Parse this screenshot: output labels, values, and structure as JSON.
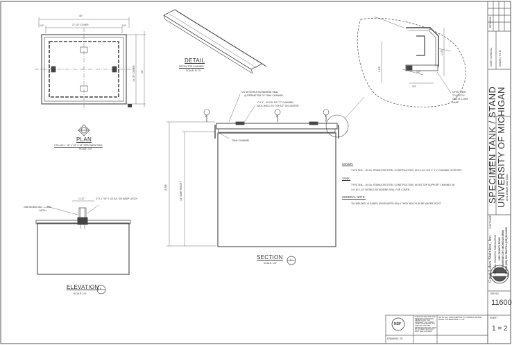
{
  "views": {
    "plan": {
      "title": "PLAN",
      "subtitle": "CS6-4421 - 18\" X 18\" X 18\" SPECIMEN TANK",
      "scale": "SCALE: 1/4\"",
      "dim_top": "18\"",
      "dim_cover": "17 1/2\" COVER",
      "dim_left": "1/4\"",
      "dim_right": "1/4\"",
      "dim_side_a": "18 1/2\" COVER",
      "dim_side_b": "22\""
    },
    "detail": {
      "title": "DETAIL",
      "subtitle": "DETAIL TOP CHANNEL",
      "scale": "SCALE: N.T.S."
    },
    "section": {
      "title": "SECTION",
      "marker": "A",
      "scale": "SCALE: 1/4\"",
      "dim_height": "15 5/8\"",
      "dim_inner": "14\" TANK HEIGHT",
      "callouts": [
        "1/4\" Ø NITRILE BUTADIENE SEAL",
        "@ PERIMETER OF TANK CHANNEL",
        "1\" X 1\" - 16 GA. S/S \"C\" CHANNEL",
        "TACK WELD TO TOP 1/2\" ON CENTER",
        "TANK CHANNEL"
      ],
      "bubbles": [
        "B",
        "B",
        "B"
      ]
    },
    "elevation": {
      "title": "ELEVATION",
      "marker": "B",
      "scale": "SCALE: 1/4\"",
      "callouts": [
        "ONE MODEL #M - 1-1500",
        "LATCH",
        "1 1/2\"",
        "2\" X 1 7/8\" X 1/4 GA. S/S HASP LATCH"
      ]
    },
    "detail_circle": {
      "callouts": [
        "OPEN VIEW",
        "TO MATCH",
        "ONE M-1-1500",
        "HASP"
      ],
      "dims": [
        "1 1/2\"",
        "1 1/2\"",
        "3/4\"",
        "1/2\""
      ]
    }
  },
  "notes": {
    "cover_heading": "COVER:",
    "cover_text": "TYPE 316L - 16 GA. STAINLESS STEEL CONSTRUCTION. W/ 16 GA. S/S 1\" X 1\" CHANNEL SUPPORT.",
    "tank_heading": "TANK:",
    "tank_text_1": "TYPE 316L - 16 GA. STAINLESS STEEL CONSTRUCTION. W/ S/S TOP SUPPORT CHANNEL W/",
    "tank_text_2": "1/4\" Ø X 1/2\" NITRILE BUTADIENE SEAL FOR COVER.",
    "general_heading": "GENERAL NOTE:",
    "general_text": "TIG WELDED, CLEANED (PASSIVATED ON) & THEN WELDS W/ BE WATER TIGHT."
  },
  "title_block": {
    "revision_label": "REVISION",
    "date_label": "DATE: 03/08/2011",
    "drawn_label": "DRAWN: T.S. B.",
    "project_title": "SPECIMEN TANK / STAND",
    "client": "UNIVERSITY OF MICHIGAN",
    "client_sub": "ANN ARBOR, MICHIGAN",
    "job_label": "JOB NAME",
    "cust_label": "CUSTOMER",
    "company": "Great Lakes Stainless, Inc.",
    "company_sub": "CUSTOM STAINLESS FABRICATING",
    "address_1": "1361 COUNTY ROAD",
    "address_2": "TRAVERSE CITY, MICHIGAN 49684",
    "phone": "PHONE (231) 943-7640  FAX (231) 943-0458",
    "job_no_label": "JOB NO.",
    "job_no": "11600",
    "sheet_label": "SHEET",
    "sheet_value": "1 = 2",
    "nsf": "NSF",
    "disclaimer": "THESE PLANS AND THE DESIGNS CONTAINED HEREIN ARE THE PROPERTY OF GREAT LAKES STAINLESS, INC. AND MAY NOT BE REPRODUCED OR USED BY OTHERS WITHOUT WRITTEN CONSENT.",
    "note_small": "NOTE: ALL TANK DEPTHS TO NORMAL WATER LEVEL TOLERANCES +/- 1/8\"",
    "drawing_label": "DRAWING: 2D"
  }
}
